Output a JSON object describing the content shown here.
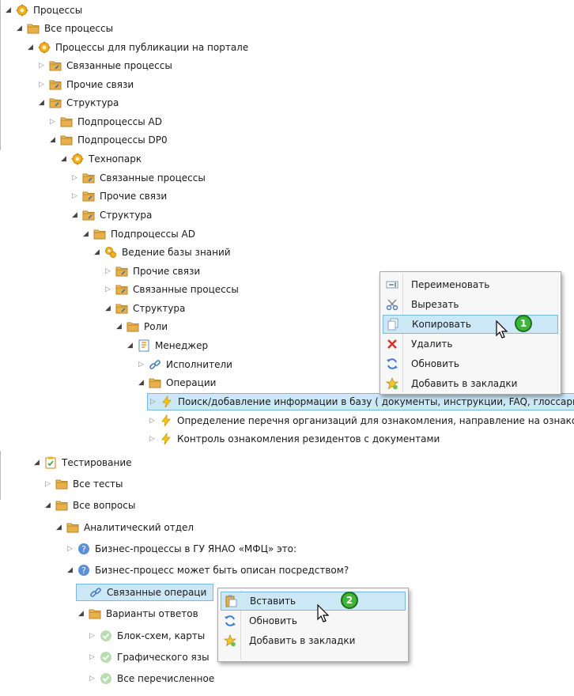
{
  "tree_top": [
    {
      "label": "Процессы",
      "icon": "gear-icon",
      "toggle": "expanded"
    },
    {
      "label": "Все процессы",
      "icon": "folder-icon",
      "toggle": "expanded"
    },
    {
      "label": "Процессы для публикации на портале",
      "icon": "gear-icon",
      "toggle": "expanded"
    },
    {
      "label": "Связанные процессы",
      "icon": "link-folder-icon",
      "toggle": "collapsed"
    },
    {
      "label": "Прочие связи",
      "icon": "link-folder-icon",
      "toggle": "collapsed"
    },
    {
      "label": "Структура",
      "icon": "link-folder-icon",
      "toggle": "expanded"
    },
    {
      "label": "Подпроцессы AD",
      "icon": "folder-icon",
      "toggle": "collapsed"
    },
    {
      "label": "Подпроцессы DP0",
      "icon": "folder-icon",
      "toggle": "expanded"
    },
    {
      "label": "Технопарк",
      "icon": "gear-icon",
      "toggle": "expanded"
    },
    {
      "label": "Связанные процессы",
      "icon": "link-folder-icon",
      "toggle": "collapsed"
    },
    {
      "label": "Прочие связи",
      "icon": "link-folder-icon",
      "toggle": "collapsed"
    },
    {
      "label": "Структура",
      "icon": "link-folder-icon",
      "toggle": "expanded"
    },
    {
      "label": "Подпроцессы AD",
      "icon": "folder-icon",
      "toggle": "expanded"
    },
    {
      "label": "Ведение базы знаний",
      "icon": "gear-small-icon",
      "toggle": "expanded"
    },
    {
      "label": "Прочие связи",
      "icon": "link-folder-icon",
      "toggle": "collapsed"
    },
    {
      "label": "Связанные процессы",
      "icon": "link-folder-icon",
      "toggle": "collapsed"
    },
    {
      "label": "Структура",
      "icon": "link-folder-icon",
      "toggle": "expanded"
    },
    {
      "label": "Роли",
      "icon": "folder-icon",
      "toggle": "expanded"
    },
    {
      "label": "Менеджер",
      "icon": "role-card-icon",
      "toggle": "expanded"
    },
    {
      "label": "Исполнители",
      "icon": "chain-link-icon",
      "toggle": "collapsed"
    },
    {
      "label": "Операции",
      "icon": "folder-icon",
      "toggle": "expanded"
    },
    {
      "label": "Поиск/добавление информации в базу ( документы, инструкции, FAQ, глоссарий т",
      "icon": "lightning-icon",
      "toggle": "collapsed",
      "selected": true
    },
    {
      "label": "Определение перечня организаций для ознакомления, направление на ознакомл",
      "icon": "lightning-icon",
      "toggle": "collapsed"
    },
    {
      "label": "Контроль ознакомления резидентов с документами",
      "icon": "lightning-icon",
      "toggle": "collapsed"
    }
  ],
  "tree_bottom": [
    {
      "label": "Тестирование",
      "icon": "clipboard-icon",
      "toggle": "expanded"
    },
    {
      "label": "Все тесты",
      "icon": "folder-icon",
      "toggle": "collapsed"
    },
    {
      "label": "Все вопросы",
      "icon": "folder-icon",
      "toggle": "expanded"
    },
    {
      "label": "Аналитический отдел",
      "icon": "folder-icon",
      "toggle": "expanded"
    },
    {
      "label": "Бизнес-процессы в ГУ ЯНАО «МФЦ» это:",
      "icon": "question-icon",
      "toggle": "collapsed"
    },
    {
      "label": "Бизнес-процесс может быть описан посредством?",
      "icon": "question-icon",
      "toggle": "expanded"
    },
    {
      "label": "Связанные операци",
      "icon": "chain-link-icon",
      "toggle": "none",
      "selected": true
    },
    {
      "label": "Варианты ответов",
      "icon": "folder-icon",
      "toggle": "expanded"
    },
    {
      "label": "Блок-схем, карты",
      "icon": "check-icon",
      "toggle": "collapsed"
    },
    {
      "label": "Графического язы",
      "icon": "check-icon",
      "toggle": "collapsed"
    },
    {
      "label": "Все перечисленное",
      "icon": "check-icon",
      "toggle": "collapsed"
    }
  ],
  "context_menu_1": {
    "items": [
      {
        "label": "Переименовать",
        "icon": "rename-icon"
      },
      {
        "label": "Вырезать",
        "icon": "scissors-icon"
      },
      {
        "label": "Копировать",
        "icon": "copy-icon",
        "highlighted": true
      },
      {
        "label": "Удалить",
        "icon": "delete-x-icon"
      },
      {
        "label": "Обновить",
        "icon": "refresh-icon"
      },
      {
        "label": "Добавить в закладки",
        "icon": "bookmark-star-icon"
      }
    ],
    "badge": "1"
  },
  "context_menu_2": {
    "items": [
      {
        "label": "Вставить",
        "icon": "paste-icon",
        "highlighted": true
      },
      {
        "label": "Обновить",
        "icon": "refresh-icon"
      },
      {
        "label": "Добавить в закладки",
        "icon": "bookmark-star-icon"
      }
    ],
    "badge": "2"
  },
  "colors": {
    "selection": "#cce8f7",
    "selection_border": "#7ab8dd",
    "folder": "#e8b04b",
    "badge": "#3fb53a"
  }
}
